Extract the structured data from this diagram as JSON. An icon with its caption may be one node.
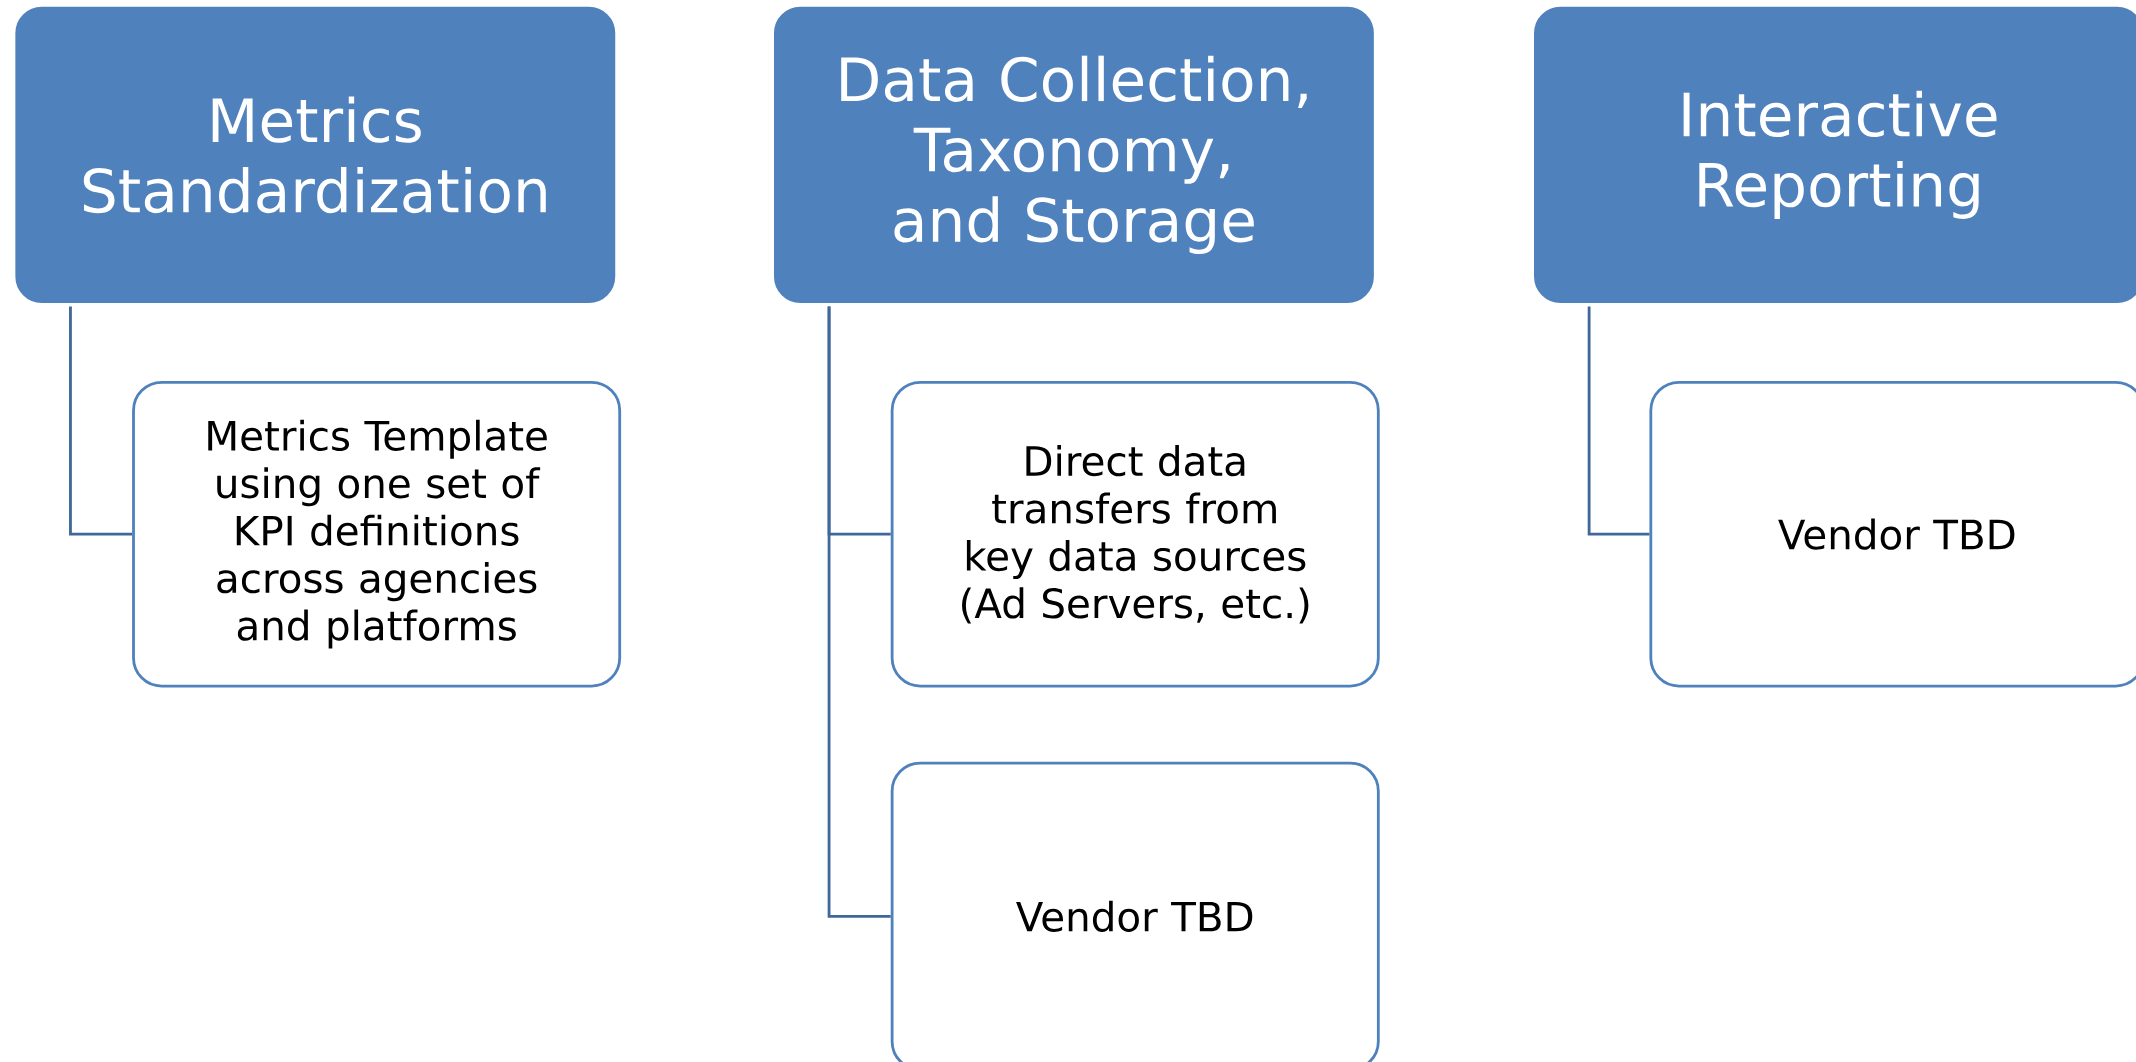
{
  "diagram": {
    "nodes": [
      {
        "text": [
          "Metrics Standardization"
        ]
      },
      {
        "text": [
          "Metrics Template using one set of KPI definitions across agencies and platforms"
        ]
      },
      {
        "text": [
          "Data Collection, Taxonomy, and Storage"
        ]
      },
      {
        "text": [
          "Direct data transfers from key data sources (Ad Servers, etc.)"
        ]
      },
      {
        "text": [
          "Vendor TBD"
        ]
      },
      {
        "text": [
          "Interactive Reporting"
        ]
      },
      {
        "text": [
          "Vendor TBD"
        ]
      }
    ],
    "edges": [
      {
        "from": 0,
        "to": 1,
        "arrow": "none"
      },
      {
        "from": 2,
        "to": 3,
        "arrow": "none"
      },
      {
        "from": 2,
        "to": 4,
        "arrow": "none"
      },
      {
        "from": 5,
        "to": 6,
        "arrow": "none"
      }
    ]
  }
}
